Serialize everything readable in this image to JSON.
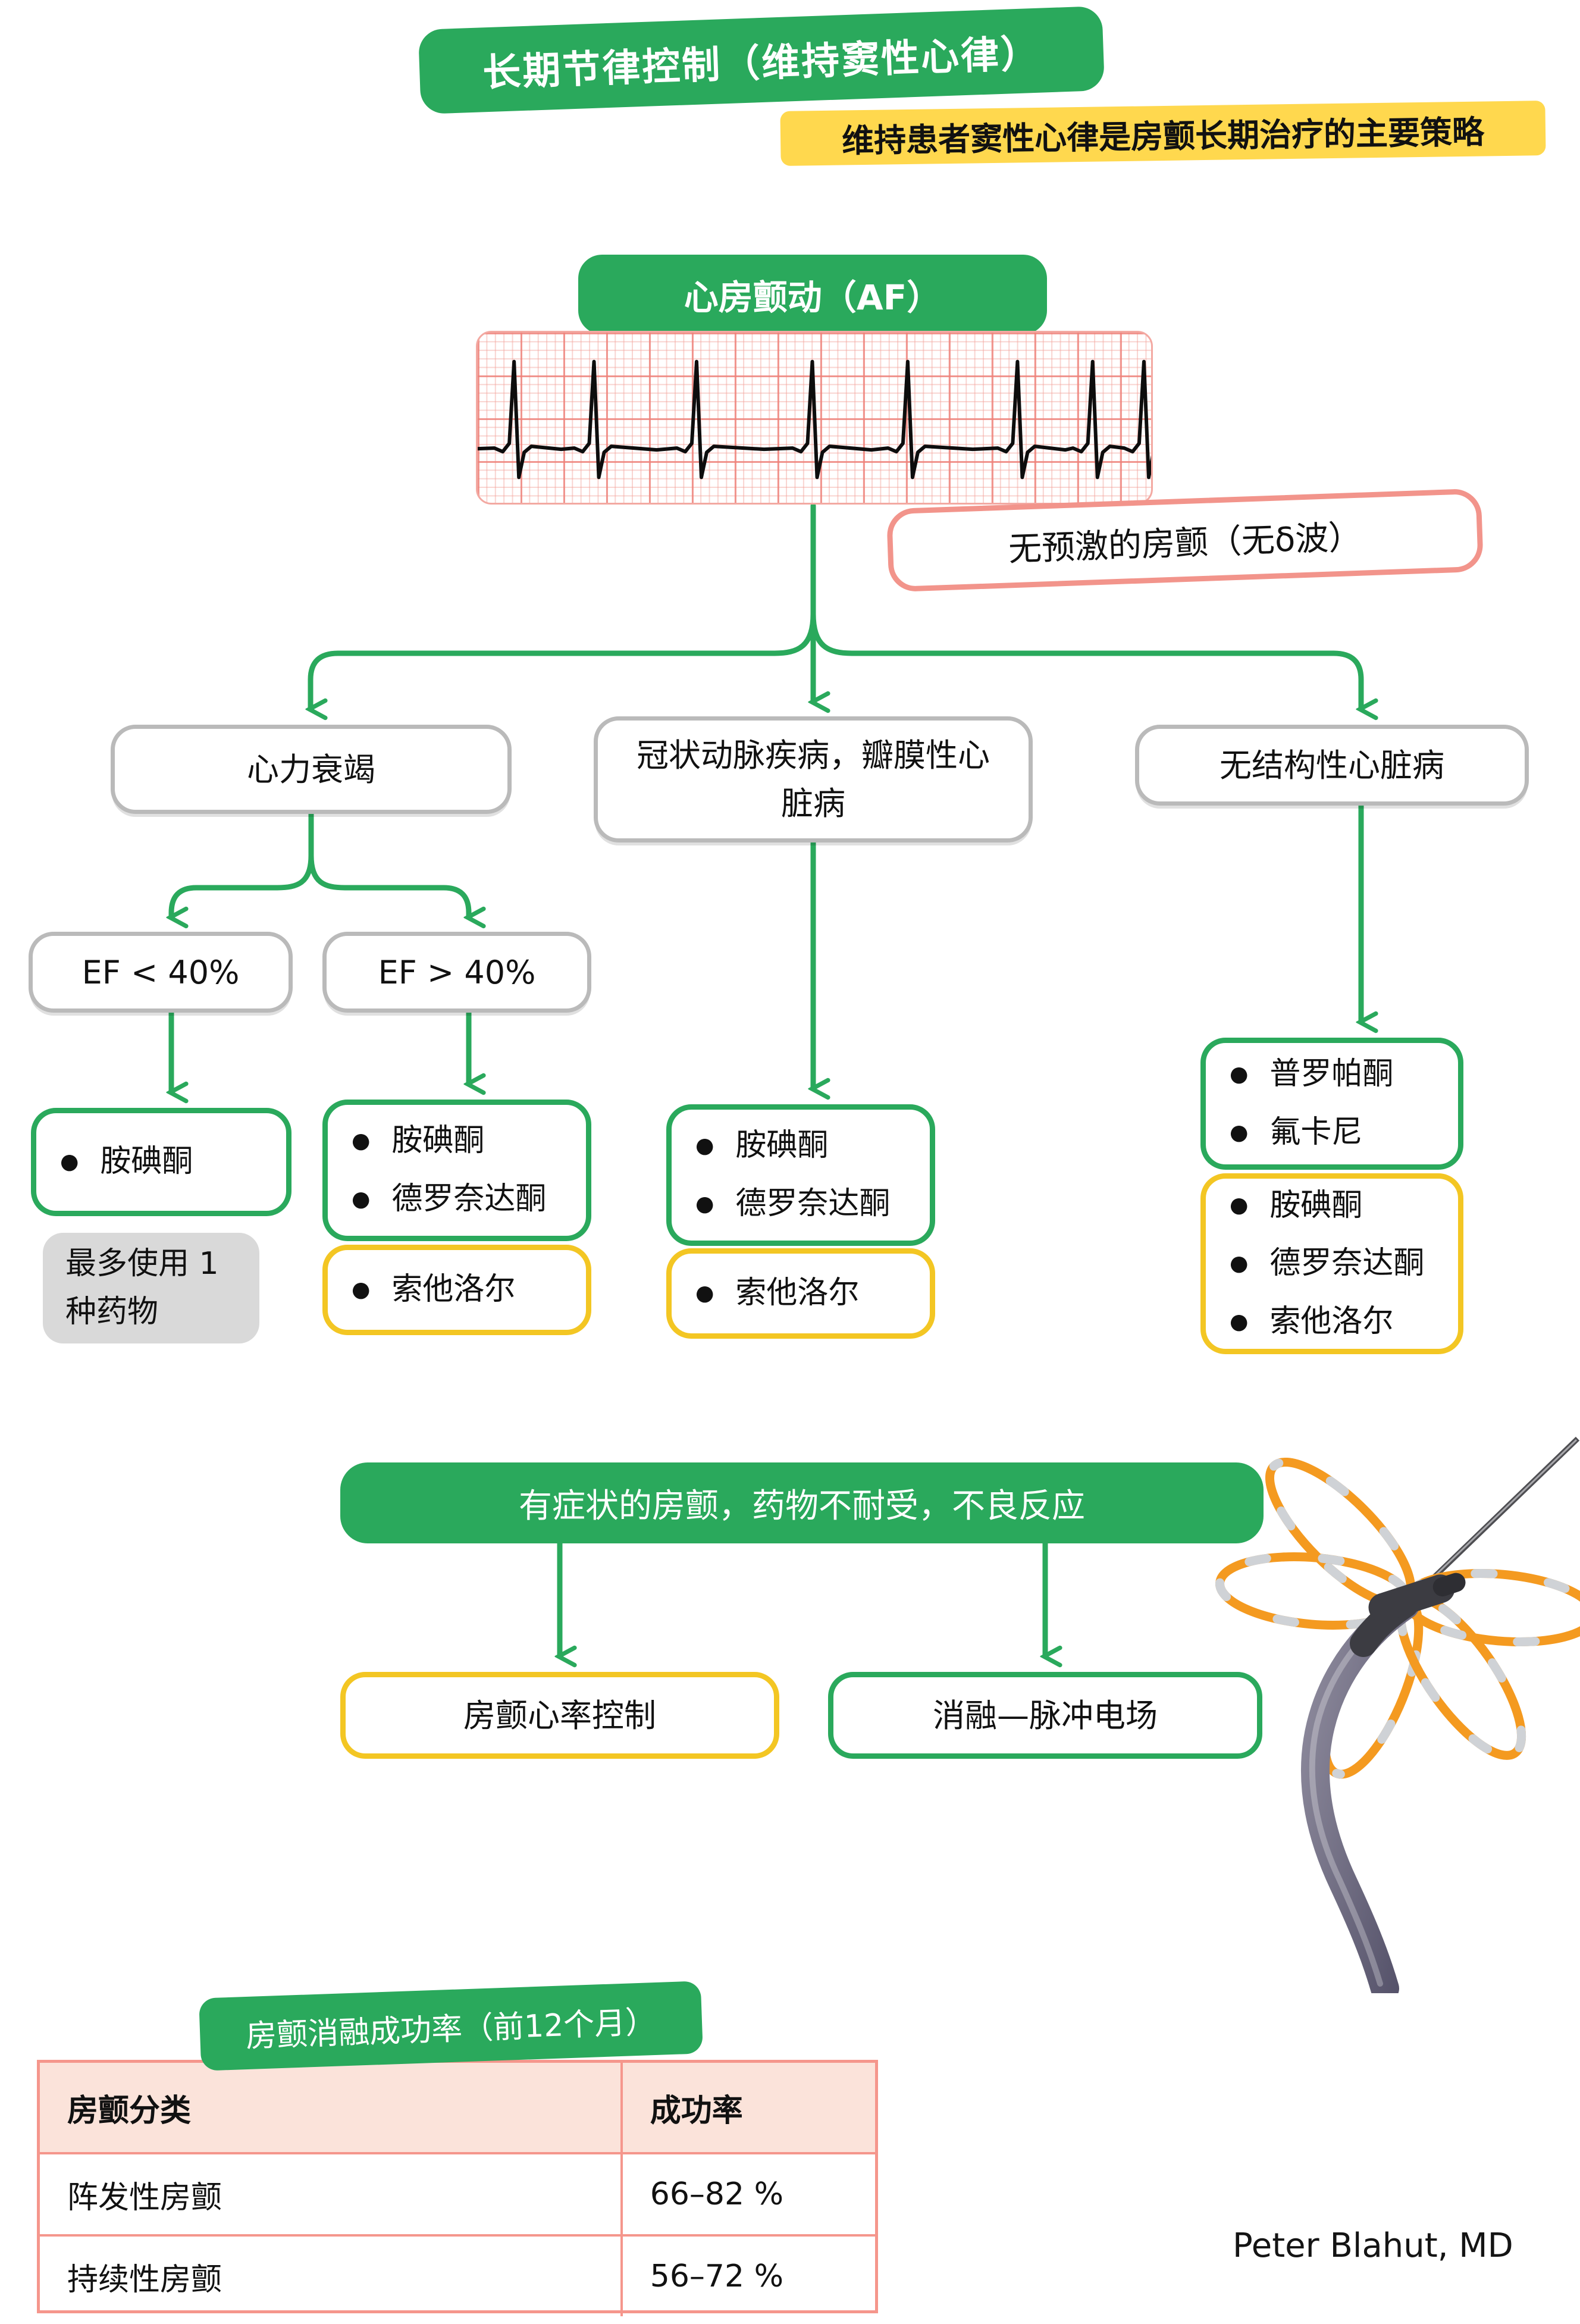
{
  "page": {
    "title": "长期节律控制（维持窦性心律）",
    "subtitle": "维持患者窦性心律是房颤长期治疗的主要策略",
    "signature": "Peter Blahut, MD"
  },
  "flow": {
    "root": "心房颤动（AF）",
    "callout": "无预激的房颤（无δ波）",
    "branch_heart_failure": "心力衰竭",
    "branch_cad": "冠状动脉疾病，瓣膜性心脏病",
    "branch_no_structural": "无结构性心脏病",
    "ef_low": "EF < 40%",
    "ef_high": "EF > 40%",
    "note_max_one_drug": "最多使用 1 种药物",
    "symptomatic": "有症状的房颤，药物不耐受，不良反应",
    "rate_control": "房颤心率控制",
    "ablation_pfa": "消融—脉冲电场",
    "bullet": "●"
  },
  "drugs": {
    "hf_low_ef_green": [
      "胺碘酮"
    ],
    "hf_high_ef_green": [
      "胺碘酮",
      "德罗奈达酮"
    ],
    "hf_high_ef_yellow": [
      "索他洛尔"
    ],
    "cad_green": [
      "胺碘酮",
      "德罗奈达酮"
    ],
    "cad_yellow": [
      "索他洛尔"
    ],
    "no_structural_green": [
      "普罗帕酮",
      "氟卡尼"
    ],
    "no_structural_yellow": [
      "胺碘酮",
      "德罗奈达酮",
      "索他洛尔"
    ]
  },
  "table": {
    "title": "房颤消融成功率（前12个月）",
    "headers": [
      "房颤分类",
      "成功率"
    ],
    "rows": [
      [
        "阵发性房颤",
        "66–82 %"
      ],
      [
        "持续性房颤",
        "56–72 %"
      ]
    ]
  },
  "colors": {
    "green": "#2aa95c",
    "yellow_fill": "#ffd84e",
    "yellow_border": "#f3c623",
    "salmon": "#f2948b",
    "gray_border": "#bababa",
    "note_bg": "#d9d9d9",
    "table_header_bg": "#fbe3da",
    "ecg_grid": "#ee827a",
    "catheter_orange": "#f49a20"
  }
}
